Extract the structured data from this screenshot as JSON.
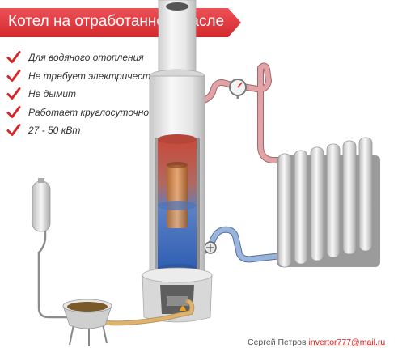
{
  "header": {
    "title": "Котел на отработанном масле",
    "banner_color": "#e23b3f"
  },
  "features": [
    {
      "label": "Для водяного отопления",
      "icon": "check-icon"
    },
    {
      "label": "Не требует электричества",
      "icon": "check-icon"
    },
    {
      "label": "Не дымит",
      "icon": "check-icon"
    },
    {
      "label": "Работает круглосуточно",
      "icon": "check-icon"
    },
    {
      "label": "27 - 50 кВт",
      "icon": "check-icon"
    }
  ],
  "footer": {
    "author": "Сергей Петров",
    "email": "invertor777@mail.ru"
  },
  "colors": {
    "hot_pipe": "#e3a3a6",
    "cold_pipe": "#9ab4e0",
    "fuel_line": "#e0b26a",
    "check": "#d9252a"
  }
}
